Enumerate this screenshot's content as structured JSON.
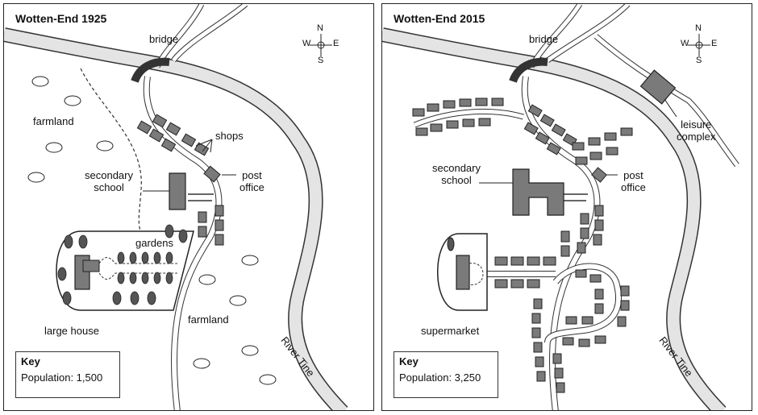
{
  "map_1925": {
    "title": "Wotten-End 1925",
    "labels": {
      "bridge": "bridge",
      "farmland_north": "farmland",
      "shops": "shops",
      "secondary_school": "secondary\nschool",
      "post_office": "post\noffice",
      "gardens": "gardens",
      "large_house": "large house",
      "farmland_south": "farmland",
      "river": "River Tine"
    },
    "key": {
      "title": "Key",
      "population": "Population: 1,500"
    }
  },
  "map_2015": {
    "title": "Wotten-End 2015",
    "labels": {
      "bridge": "bridge",
      "leisure_complex": "leisure\ncomplex",
      "secondary_school": "secondary\nschool",
      "post_office": "post\noffice",
      "supermarket": "supermarket",
      "river": "River Tine"
    },
    "key": {
      "title": "Key",
      "population": "Population: 3,250"
    }
  },
  "compass": {
    "n": "N",
    "s": "S",
    "e": "E",
    "w": "W"
  },
  "colors": {
    "river_fill": "#e4e4e4",
    "outline": "#333333",
    "building": "#7a7a7a"
  }
}
